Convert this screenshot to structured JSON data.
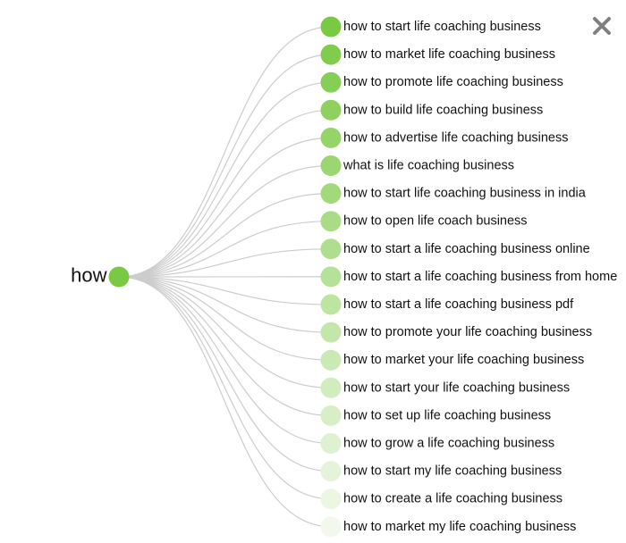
{
  "root": {
    "label": "how",
    "color": "#7ac943"
  },
  "close": {
    "icon": "close-icon",
    "color": "#808080"
  },
  "leaves": [
    "how to start life coaching business",
    "how to market life coaching business",
    "how to promote life coaching business",
    "how to build life coaching business",
    "how to advertise life coaching business",
    "what is life coaching business",
    "how to start life coaching business in india",
    "how to open life coach business",
    "how to start a life coaching business online",
    "how to start a life coaching business from home",
    "how to start a life coaching business pdf",
    "how to promote your life coaching business",
    "how to market your life coaching business",
    "how to start your life coaching business",
    "how to set up life coaching business",
    "how to grow a life coaching business",
    "how to start my life coaching business",
    "how to create a life coaching business",
    "how to market my life coaching business"
  ],
  "colors": {
    "node_start": "#7ac943",
    "node_end": "#f2f9ec",
    "link": "#cccccc"
  }
}
